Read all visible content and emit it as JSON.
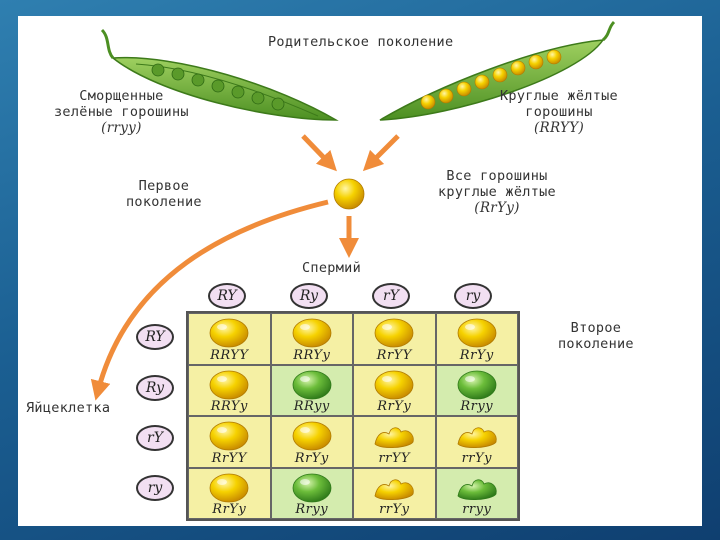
{
  "parent_title": "Родительское поколение",
  "parent_green": {
    "line1": "Сморщенные",
    "line2": "зелёные горошины",
    "genotype": "(rryy)"
  },
  "parent_yellow": {
    "line1": "Круглые жёлтые",
    "line2": "горошины",
    "genotype": "(RRYY)"
  },
  "first_gen": {
    "line1": "Первое",
    "line2": "поколение"
  },
  "first_gen_note": {
    "line1": "Все горошины",
    "line2": "круглые жёлтые",
    "genotype": "(RrYy)"
  },
  "sperm_label": "Спермий",
  "egg_label": "Яйцеклетка",
  "second_gen": {
    "line1": "Второе",
    "line2": "поколение"
  },
  "sperm_gametes": [
    "RY",
    "Ry",
    "rY",
    "ry"
  ],
  "egg_gametes": [
    "RY",
    "Ry",
    "rY",
    "ry"
  ],
  "grid": [
    [
      {
        "g": "RRYY",
        "pea": "yellow-round"
      },
      {
        "g": "RRYy",
        "pea": "yellow-round"
      },
      {
        "g": "RrYY",
        "pea": "yellow-round"
      },
      {
        "g": "RrYy",
        "pea": "yellow-round"
      }
    ],
    [
      {
        "g": "RRYy",
        "pea": "yellow-round"
      },
      {
        "g": "RRyy",
        "pea": "green-round"
      },
      {
        "g": "RrYy",
        "pea": "yellow-round"
      },
      {
        "g": "Rryy",
        "pea": "green-round"
      }
    ],
    [
      {
        "g": "RrYY",
        "pea": "yellow-round"
      },
      {
        "g": "RrYy",
        "pea": "yellow-round"
      },
      {
        "g": "rrYY",
        "pea": "yellow-wrinkled"
      },
      {
        "g": "rrYy",
        "pea": "yellow-wrinkled"
      }
    ],
    [
      {
        "g": "RrYy",
        "pea": "yellow-round"
      },
      {
        "g": "Rryy",
        "pea": "green-round"
      },
      {
        "g": "rrYy",
        "pea": "yellow-wrinkled"
      },
      {
        "g": "rryy",
        "pea": "green-wrinkled"
      }
    ]
  ],
  "colors": {
    "yellow_cell": "#f5f0a4",
    "green_cell": "#d4ecae",
    "arrow": "#f08c3a",
    "pea_yellow": "#f2c200",
    "pea_green": "#5fb23a"
  }
}
